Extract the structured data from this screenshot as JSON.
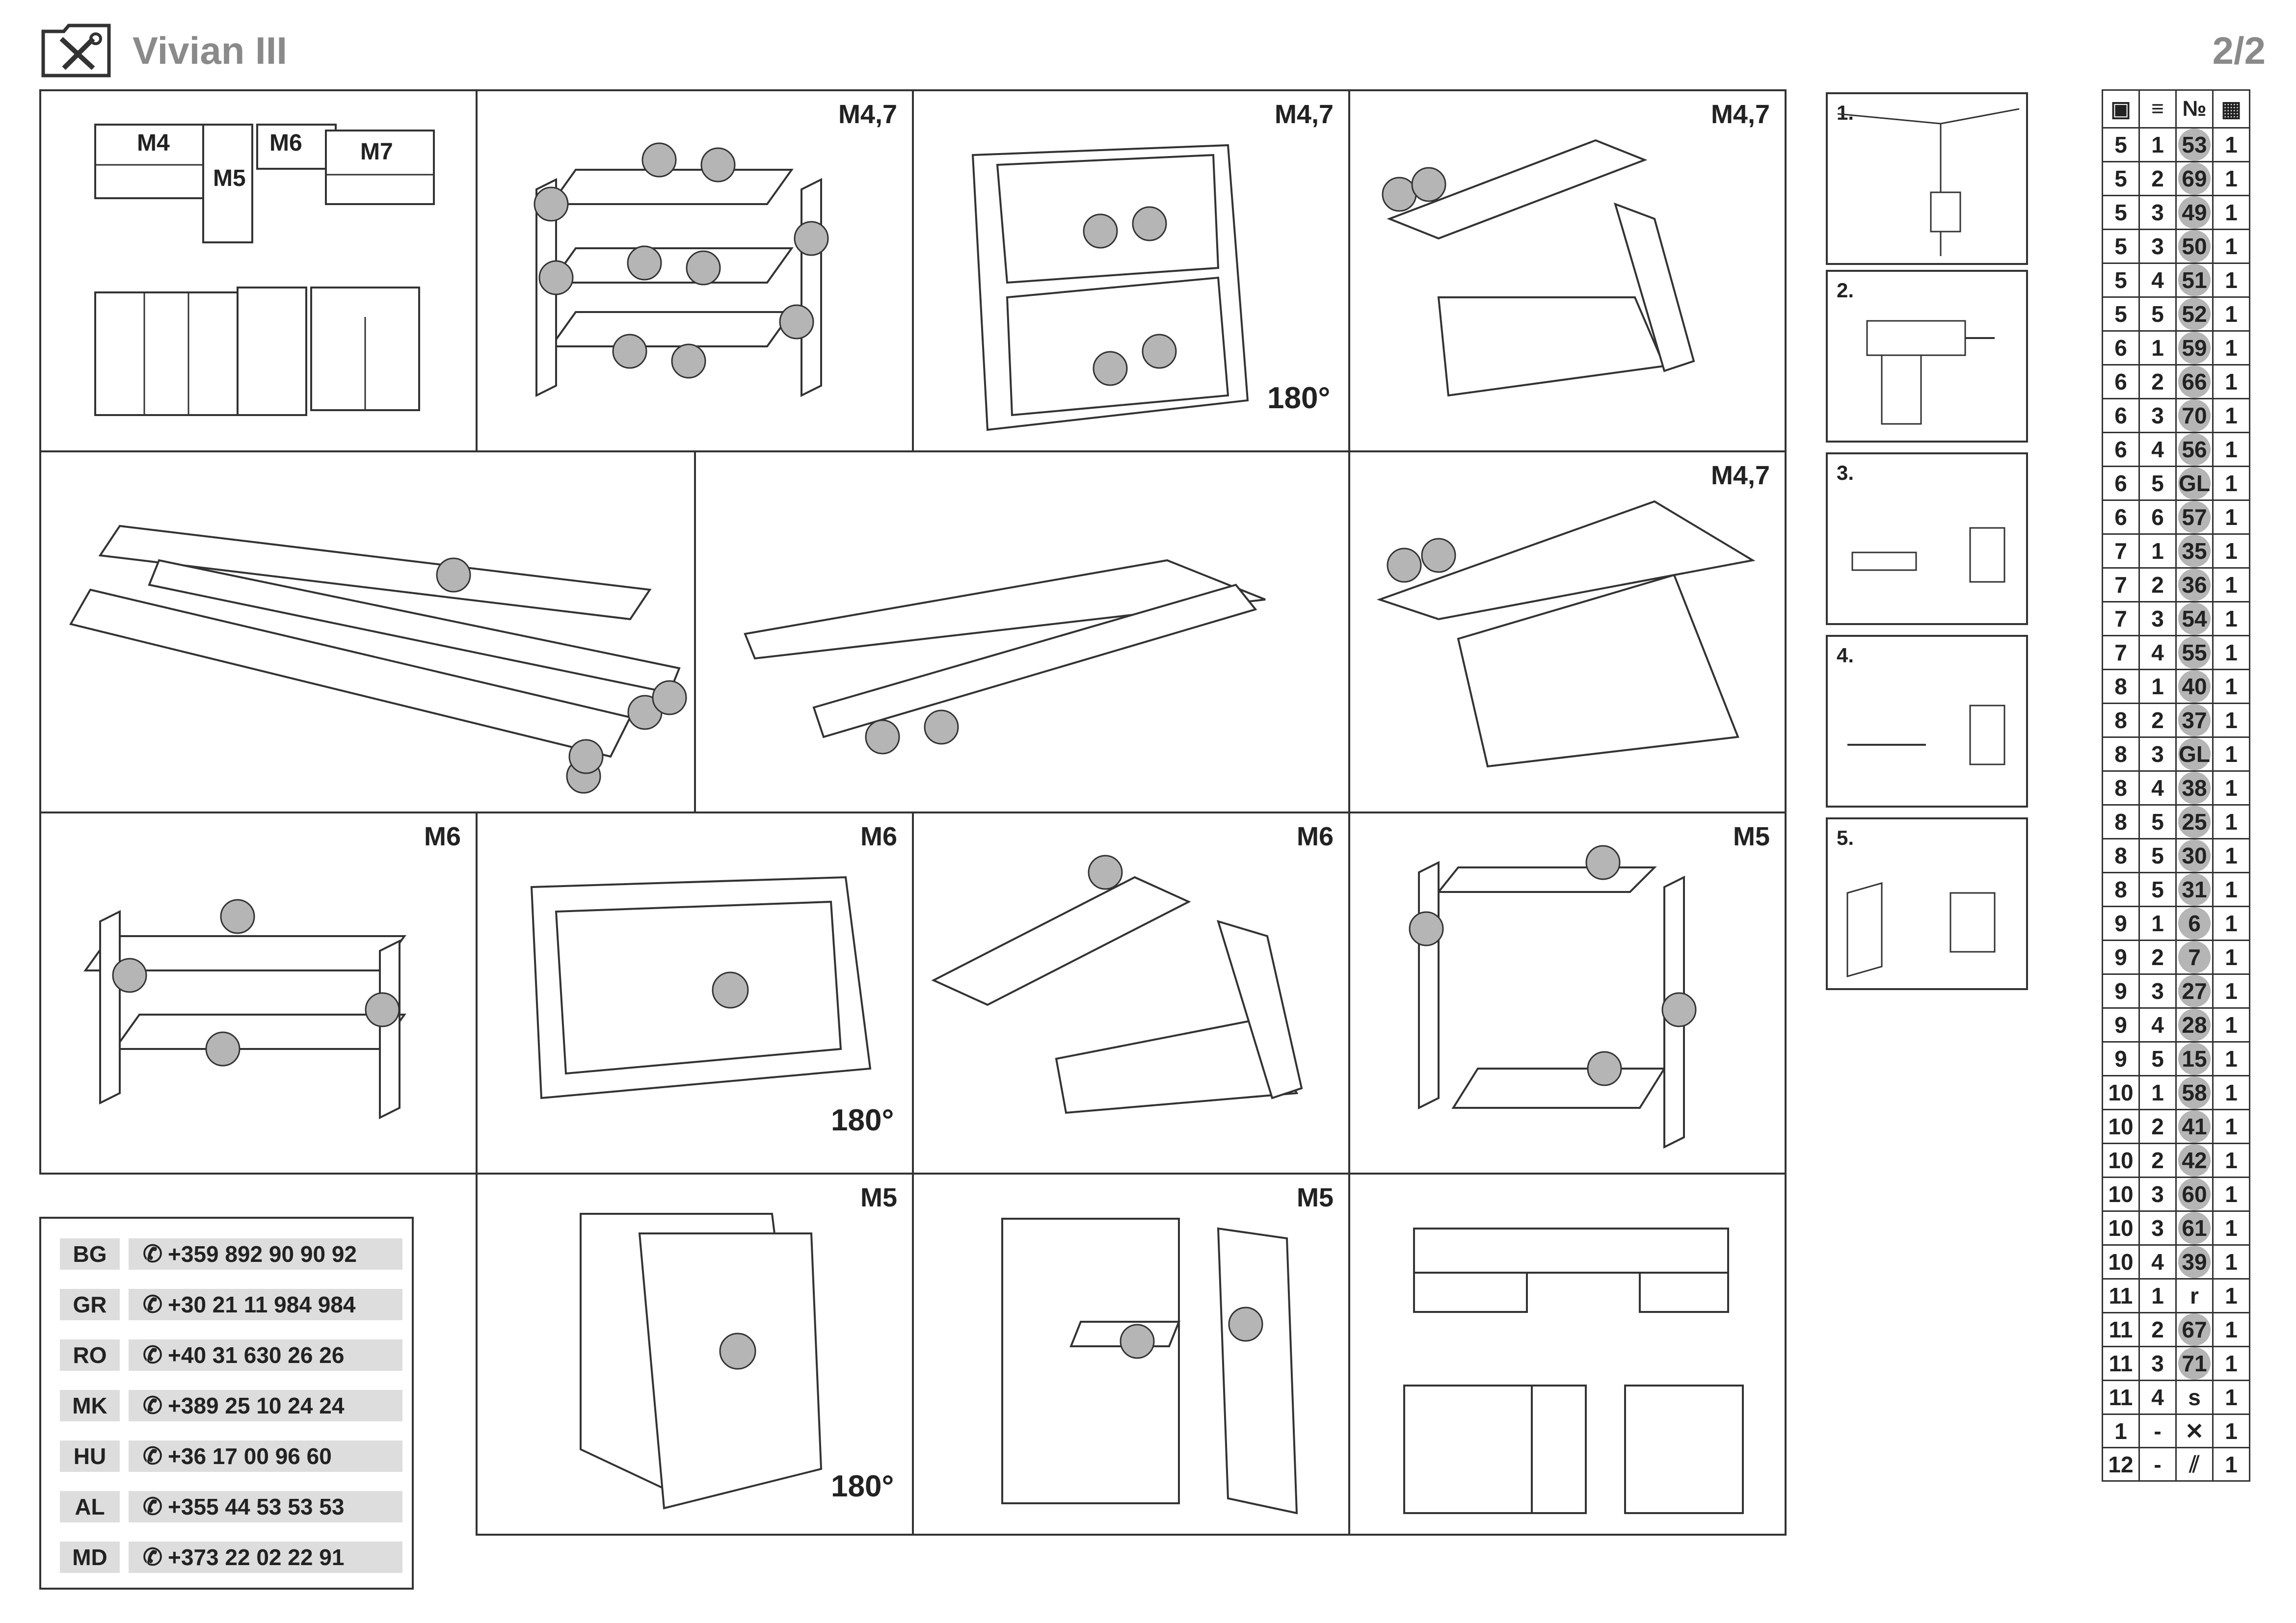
{
  "header": {
    "title": "Vivian III",
    "page": "2/2",
    "logo_icon": "tools-icon"
  },
  "panels": {
    "overview": {
      "labels": [
        "M4",
        "M6",
        "M7",
        "M5"
      ]
    },
    "p_shelves": {
      "label": "M4,7"
    },
    "p_back": {
      "label": "M4,7",
      "rotate": "180°"
    },
    "p_wall_cab": {
      "label": "M4,7"
    },
    "p_top": {
      "label": ""
    },
    "p_door": {
      "label": ""
    },
    "p_front": {
      "label": "M4,7"
    },
    "p_m6_shelves": {
      "label": "M6"
    },
    "p_m6_back": {
      "label": "M6",
      "rotate": "180°"
    },
    "p_m6_wall": {
      "label": "M6"
    },
    "p_m5_frame": {
      "label": "M5"
    },
    "p_m5_back": {
      "label": "M5",
      "rotate": "180°"
    },
    "p_m5_door": {
      "label": "M5"
    },
    "p_final": {
      "label": ""
    }
  },
  "mount_steps": [
    "1.",
    "2.",
    "3.",
    "4.",
    "5."
  ],
  "contacts": [
    {
      "country": "BG",
      "phone": "+359 892 90 90 92"
    },
    {
      "country": "GR",
      "phone": "+30 21 11 984 984"
    },
    {
      "country": "RO",
      "phone": "+40 31 630 26 26"
    },
    {
      "country": "MK",
      "phone": "+389 25 10 24 24"
    },
    {
      "country": "HU",
      "phone": "+36 17 00 96 60"
    },
    {
      "country": "AL",
      "phone": "+355 44 53 53 53"
    },
    {
      "country": "MD",
      "phone": "+373 22 02 22 91"
    }
  ],
  "parts_table": {
    "headers": [
      "package-icon",
      "layers-icon",
      "№",
      "grid-icon"
    ],
    "header_no": "№",
    "rows": [
      [
        "5",
        "1",
        "53",
        "1"
      ],
      [
        "5",
        "2",
        "69",
        "1"
      ],
      [
        "5",
        "3",
        "49",
        "1"
      ],
      [
        "5",
        "3",
        "50",
        "1"
      ],
      [
        "5",
        "4",
        "51",
        "1"
      ],
      [
        "5",
        "5",
        "52",
        "1"
      ],
      [
        "6",
        "1",
        "59",
        "1"
      ],
      [
        "6",
        "2",
        "66",
        "1"
      ],
      [
        "6",
        "3",
        "70",
        "1"
      ],
      [
        "6",
        "4",
        "56",
        "1"
      ],
      [
        "6",
        "5",
        "GL",
        "1"
      ],
      [
        "6",
        "6",
        "57",
        "1"
      ],
      [
        "7",
        "1",
        "35",
        "1"
      ],
      [
        "7",
        "2",
        "36",
        "1"
      ],
      [
        "7",
        "3",
        "54",
        "1"
      ],
      [
        "7",
        "4",
        "55",
        "1"
      ],
      [
        "8",
        "1",
        "40",
        "1"
      ],
      [
        "8",
        "2",
        "37",
        "1"
      ],
      [
        "8",
        "3",
        "GL",
        "1"
      ],
      [
        "8",
        "4",
        "38",
        "1"
      ],
      [
        "8",
        "5",
        "25",
        "1"
      ],
      [
        "8",
        "5",
        "30",
        "1"
      ],
      [
        "8",
        "5",
        "31",
        "1"
      ],
      [
        "9",
        "1",
        "6",
        "1"
      ],
      [
        "9",
        "2",
        "7",
        "1"
      ],
      [
        "9",
        "3",
        "27",
        "1"
      ],
      [
        "9",
        "4",
        "28",
        "1"
      ],
      [
        "9",
        "5",
        "15",
        "1"
      ],
      [
        "10",
        "1",
        "58",
        "1"
      ],
      [
        "10",
        "2",
        "41",
        "1"
      ],
      [
        "10",
        "2",
        "42",
        "1"
      ],
      [
        "10",
        "3",
        "60",
        "1"
      ],
      [
        "10",
        "3",
        "61",
        "1"
      ],
      [
        "10",
        "4",
        "39",
        "1"
      ],
      [
        "11",
        "1",
        "r",
        "1"
      ],
      [
        "11",
        "2",
        "67",
        "1"
      ],
      [
        "11",
        "3",
        "71",
        "1"
      ],
      [
        "11",
        "4",
        "s",
        "1"
      ],
      [
        "1",
        "-",
        "tools-icon",
        "1"
      ],
      [
        "12",
        "-",
        "bars-icon",
        "1"
      ]
    ]
  }
}
